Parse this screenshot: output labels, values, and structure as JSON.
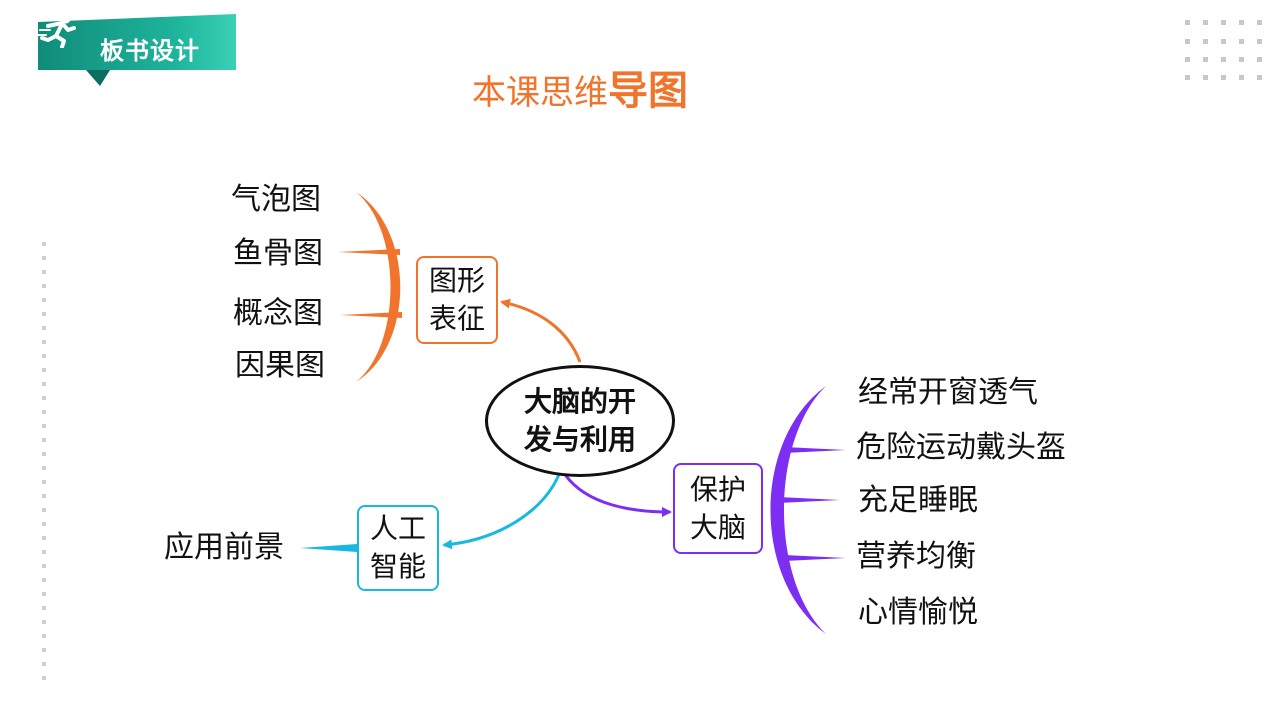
{
  "header": {
    "badge_label": "板书设计",
    "title_part1": "本课思维",
    "title_part2": "导图"
  },
  "mindmap": {
    "center_line1": "大脑的开",
    "center_line2": "发与利用",
    "branches": {
      "graphic": {
        "line1": "图形",
        "line2": "表征",
        "color": "#f0742c",
        "leaves": [
          "气泡图",
          "鱼骨图",
          "概念图",
          "因果图"
        ]
      },
      "ai": {
        "line1": "人工",
        "line2": "智能",
        "color": "#1ab8e0",
        "leaves": [
          "应用前景"
        ]
      },
      "protect": {
        "line1": "保护",
        "line2": "大脑",
        "color": "#7c2ff2",
        "leaves": [
          "经常开窗透气",
          "危险运动戴头盔",
          "充足睡眠",
          "营养均衡",
          "心情愉悦"
        ]
      }
    }
  },
  "colors": {
    "badge_dark": "#0f8c7a",
    "badge_light": "#22b5a0",
    "title": "#f0742c",
    "dots": "#c8c8c8"
  }
}
